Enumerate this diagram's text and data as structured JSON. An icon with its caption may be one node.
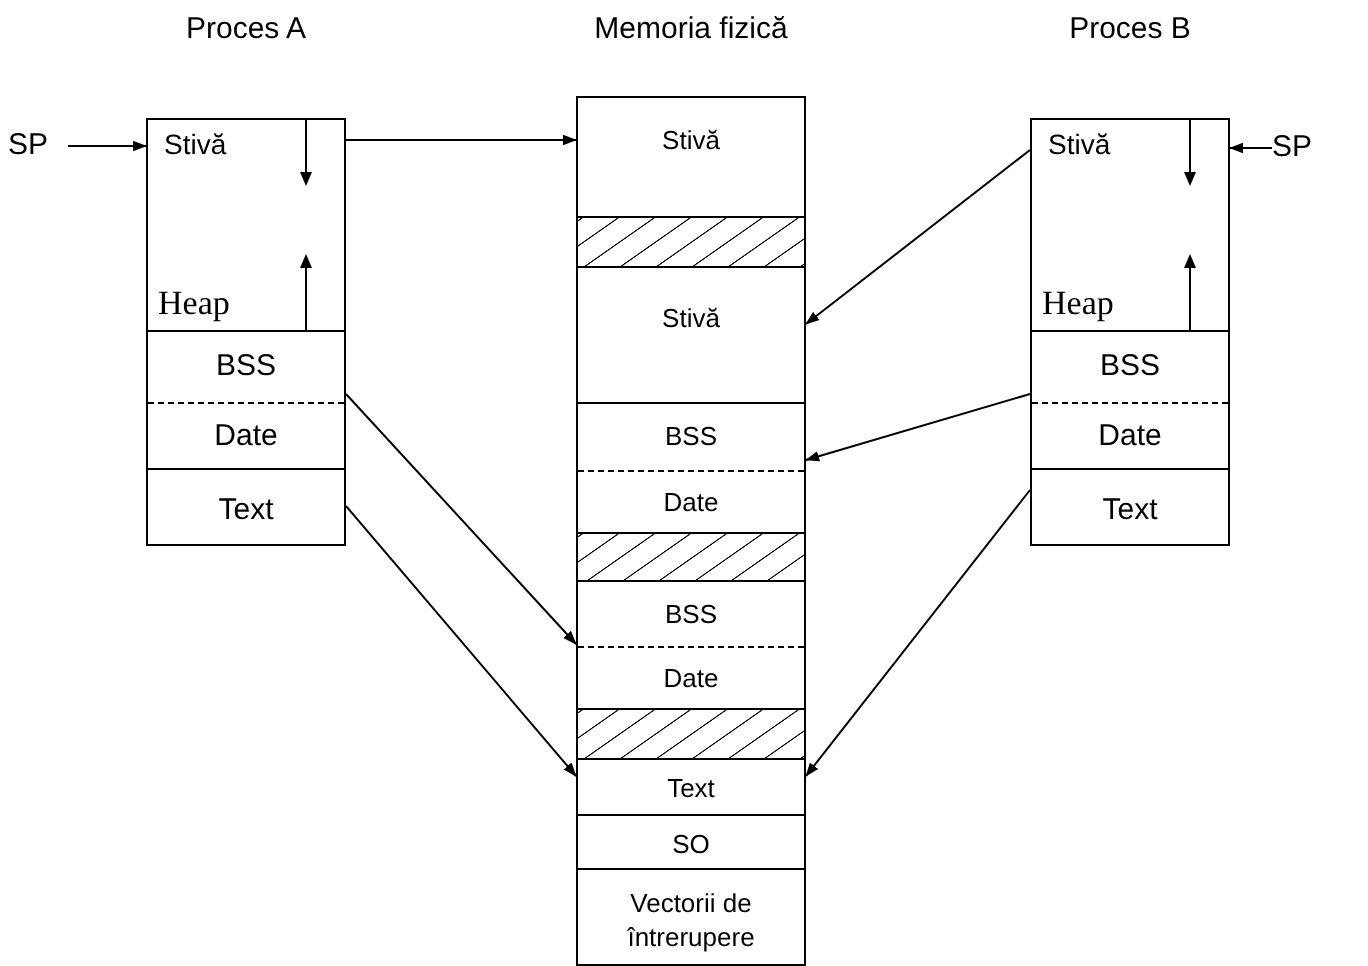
{
  "diagram": {
    "nodes": [
      {
        "text": [
          "Proces A"
        ]
      },
      {
        "text": [
          "Stivă",
          "Heap"
        ],
        "in": 0
      },
      {
        "text": [
          "BSS",
          "Date"
        ],
        "in": 0
      },
      {
        "text": [
          "Text"
        ],
        "in": 0
      },
      {
        "text": [
          "Memoria fizică"
        ]
      },
      {
        "text": [
          "Stivă"
        ],
        "in": 4
      },
      {
        "text": [],
        "shape": "box",
        "in": 4
      },
      {
        "text": [
          "Stivă"
        ],
        "in": 4
      },
      {
        "text": [
          "BSS",
          "Date"
        ],
        "in": 4
      },
      {
        "text": [],
        "shape": "box",
        "in": 4
      },
      {
        "text": [
          "BSS",
          "Date"
        ],
        "in": 4
      },
      {
        "text": [],
        "shape": "box",
        "in": 4
      },
      {
        "text": [
          "Text"
        ],
        "in": 4
      },
      {
        "text": [
          "SO"
        ],
        "in": 4
      },
      {
        "text": [
          "Vectorii de întrerupere"
        ],
        "in": 4
      },
      {
        "text": [
          "Proces B"
        ]
      },
      {
        "text": [
          "Stivă",
          "Heap"
        ],
        "in": 15
      },
      {
        "text": [
          "BSS",
          "Date"
        ],
        "in": 15
      },
      {
        "text": [
          "Text"
        ],
        "in": 15
      },
      {
        "text": [
          "SP"
        ]
      },
      {
        "text": [
          "SP"
        ]
      }
    ],
    "edges": [
      {
        "from": 19,
        "to": 1,
        "arrow": "to"
      },
      {
        "from": 1,
        "to": 5,
        "arrow": "to"
      },
      {
        "from": 16,
        "to": 7,
        "arrow": "to"
      },
      {
        "from": 17,
        "to": 8,
        "arrow": "to"
      },
      {
        "from": 2,
        "to": 10,
        "arrow": "to"
      },
      {
        "from": 3,
        "to": 12,
        "arrow": "to"
      },
      {
        "from": 18,
        "to": 12,
        "arrow": "to"
      },
      {
        "from": 20,
        "to": 16,
        "arrow": "to"
      }
    ]
  }
}
